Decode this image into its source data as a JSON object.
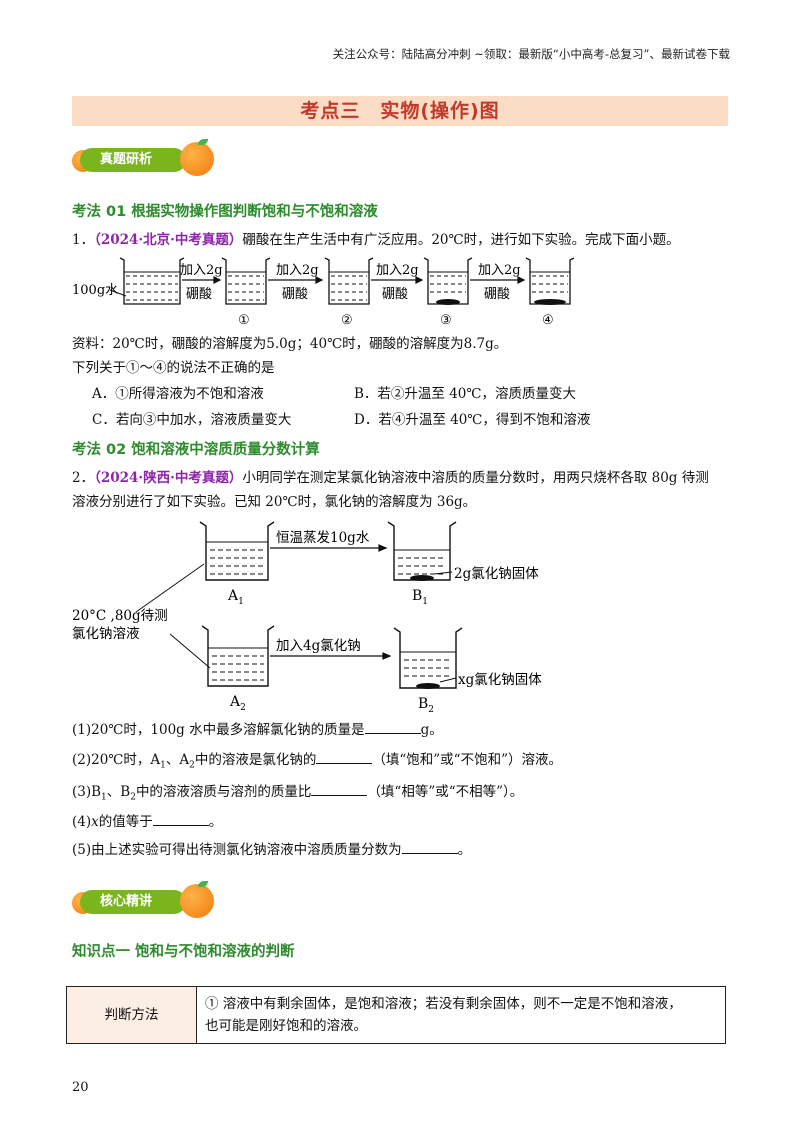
{
  "header": "关注公众号：陆陆高分冲刺 ~领取：最新版“小中高考-总复习”、最新试卷下载",
  "title": "考点三　实物(操作)图",
  "badge1": "真题研析",
  "section1": "考法 01  根据实物操作图判断饱和与不饱和溶液",
  "q1": {
    "num": "1．",
    "source": "（2024·北京·中考真题）",
    "stem": "硼酸在生产生活中有广泛应用。20℃时，进行如下实验。完成下面小题。",
    "fig": {
      "water": "100g水",
      "add1": "加入2g",
      "add2": "硼酸",
      "labels": [
        "①",
        "②",
        "③",
        "④"
      ]
    },
    "info": "资料：20℃时，硼酸的溶解度为5.0g；40℃时，硼酸的溶解度为8.7g。",
    "ask": "下列关于①～④的说法不正确的是",
    "options": [
      "A．①所得溶液为不饱和溶液",
      "B．若②升温至 40℃，溶质质量变大",
      "C．若向③中加水，溶液质量变大",
      "D．若④升温至 40℃，得到不饱和溶液"
    ]
  },
  "section2": "考法 02 饱和溶液中溶质质量分数计算",
  "q2": {
    "num": "2．",
    "source": "（2024·陕西·中考真题）",
    "stem1": "小明同学在测定某氯化钠溶液中溶质的质量分数时，用两只烧杯各取 80g 待测",
    "stem2": "溶液分别进行了如下实验。已知 20℃时，氯化钠的溶解度为 36g。",
    "fig": {
      "arrow_top": "恒温蒸发10g水",
      "solid_top": "2g氯化钠固体",
      "left1": "20°C ,80g待测",
      "left2": "氯化钠溶液",
      "arrow_bottom": "加入4g氯化钠",
      "solid_bottom": "xg氯化钠固体",
      "A": "A",
      "B": "B",
      "sub1": "1",
      "sub2": "2"
    },
    "sub_q": {
      "s1a": "(1)20℃时，100g 水中最多溶解氯化钠的质量是",
      "s1b": "g。",
      "s2a": "(2)20℃时，",
      "s2b": "、",
      "s2c": "中的溶液是氯化钠的",
      "s2d": "（填“饱和”或“不饱和”）溶液。",
      "s3a": "(3)",
      "s3b": "、",
      "s3c": "中的溶液溶质与溶剂的质量比",
      "s3d": "（填“相等”或“不相等”）。",
      "s4a": "(4)",
      "s4x": "x",
      "s4b": "的值等于",
      "s4c": "。",
      "s5a": "(5)由上述实验可得出待测氯化钠溶液中溶质质量分数为",
      "s5b": "。"
    }
  },
  "badge2": "核心精讲",
  "section3": "知识点一  饱和与不饱和溶液的判断",
  "table": {
    "head": "判断方法",
    "line1": "①  溶液中有剩余固体，是饱和溶液；若没有剩余固体，则不一定是不饱和溶液，",
    "line2": "也可能是刚好饱和的溶液。"
  },
  "page_number": "20",
  "colors": {
    "title_bg": "#fbdcc5",
    "title_text": "#c0392b",
    "section": "#2e8b2e",
    "badge": "#7ab51d",
    "source": "#8e24aa",
    "table_head_bg": "#fdeee3"
  }
}
